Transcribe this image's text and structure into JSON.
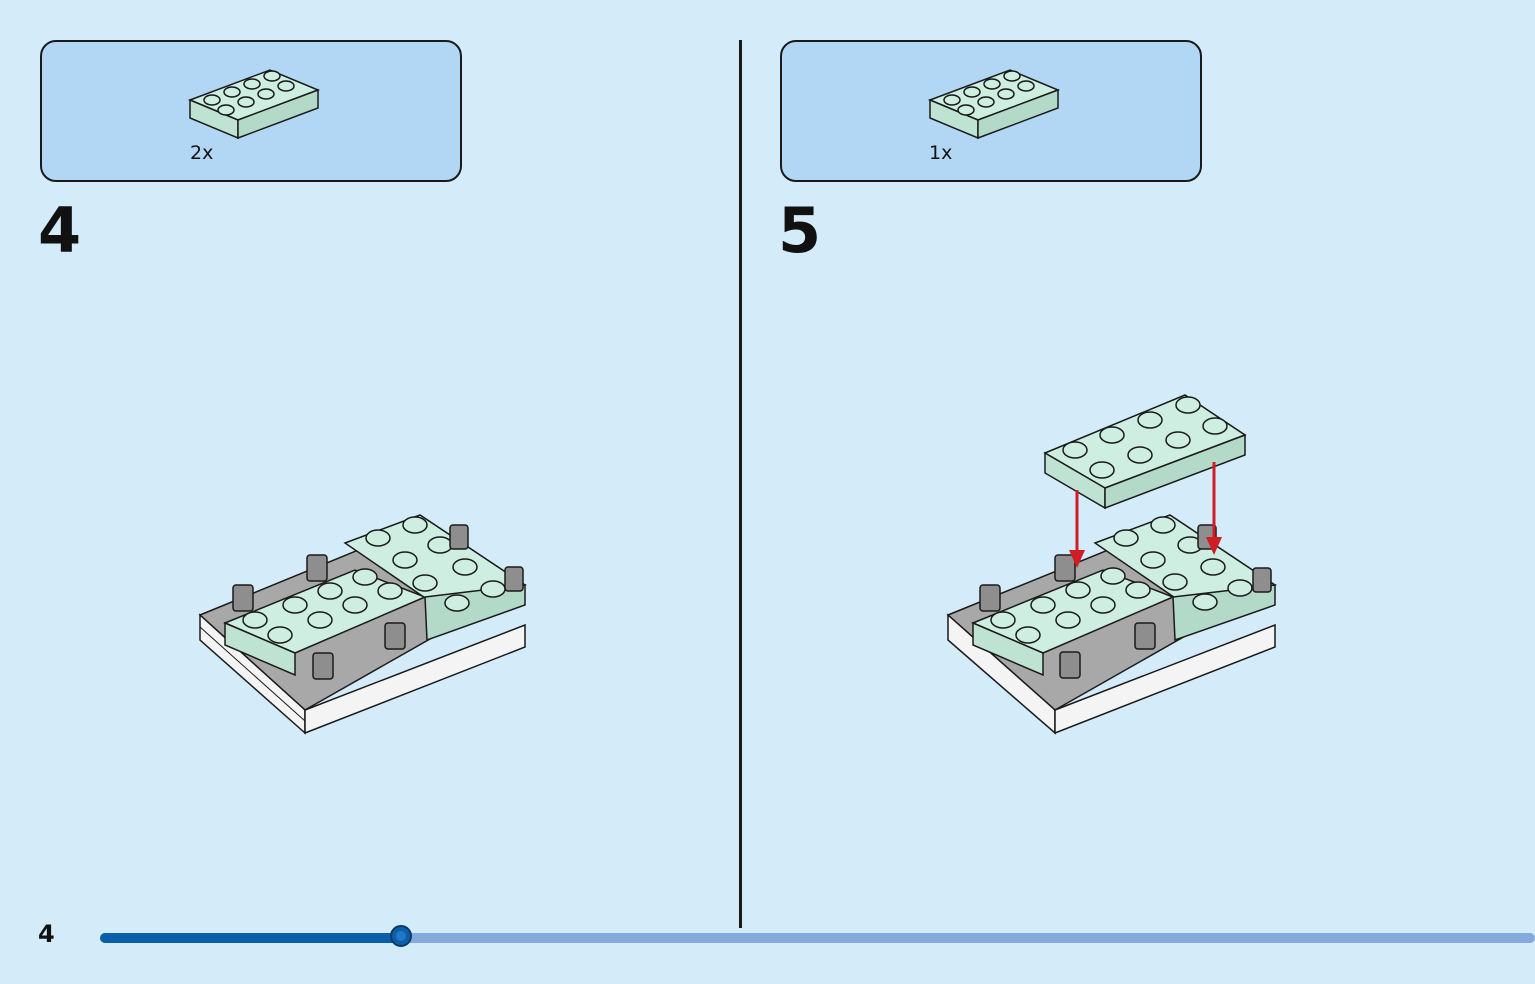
{
  "page": {
    "number": "4",
    "progress": 0.21
  },
  "steps": [
    {
      "number": "4",
      "parts": [
        {
          "name": "plate-2x4",
          "qty": "2x",
          "color": "#cdeee1"
        }
      ]
    },
    {
      "number": "5",
      "parts": [
        {
          "name": "plate-2x4",
          "qty": "1x",
          "color": "#cdeee1"
        }
      ]
    }
  ],
  "colors": {
    "background": "#d4ebfa",
    "parts_box": "#b2d7f5",
    "brick_mint": "#cdeee1",
    "brick_gray": "#9c9c9c",
    "brick_white": "#f7f7f7",
    "arrow": "#d01c24",
    "progress_fill": "#0b5ea8",
    "progress_track": "#86a9dd"
  }
}
